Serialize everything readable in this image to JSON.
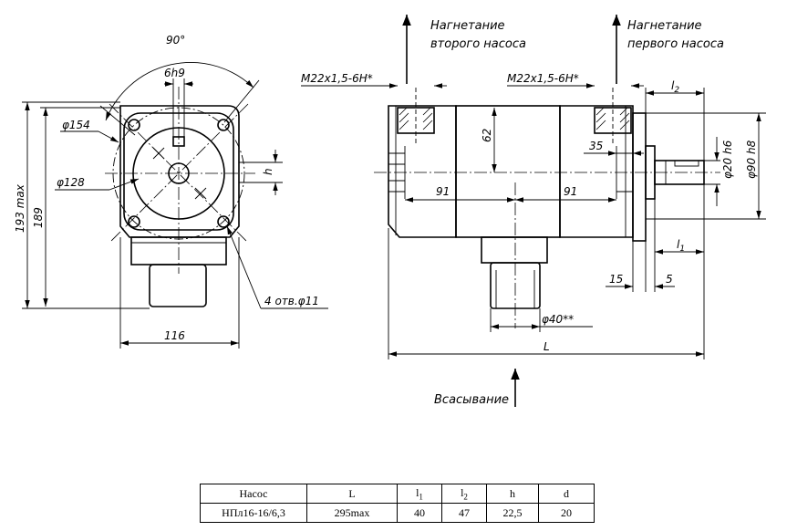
{
  "views": {
    "front": {
      "dim_angle": "90°",
      "dim_key": "6h9",
      "dim_d154": "φ154",
      "dim_d128": "φ128",
      "dim_h": "h",
      "dim_193": "193 max",
      "dim_189": "189",
      "dim_116": "116",
      "holes_note": "4 отв.φ11"
    },
    "side": {
      "outlet_second_l1": "Нагнетание",
      "outlet_second_l2": "второго насоса",
      "outlet_first_l1": "Нагнетание",
      "outlet_first_l2": "первого насоса",
      "thread_left": "M22x1,5-6H*",
      "thread_right": "M22x1,5-6H*",
      "dim_62": "62",
      "dim_91_left": "91",
      "dim_91_right": "91",
      "dim_35": "35",
      "dim_shaft": "φ20 h6",
      "dim_flange": "φ90 h8",
      "dim_l2": "l",
      "dim_l2_sub": "2",
      "dim_l1": "l",
      "dim_l1_sub": "1",
      "dim_15": "15",
      "dim_5": "5",
      "dim_inlet": "φ40**",
      "dim_L": "L",
      "suction": "Всасывание"
    }
  },
  "table": {
    "headers": {
      "pump": "Насос",
      "L": "L",
      "l1": "l",
      "l1_sub": "1",
      "l2": "l",
      "l2_sub": "2",
      "h": "h",
      "d": "d"
    },
    "rows": [
      {
        "pump": "НПл16-16/6,3",
        "L": "295max",
        "l1": "40",
        "l2": "47",
        "h": "22,5",
        "d": "20"
      }
    ]
  }
}
